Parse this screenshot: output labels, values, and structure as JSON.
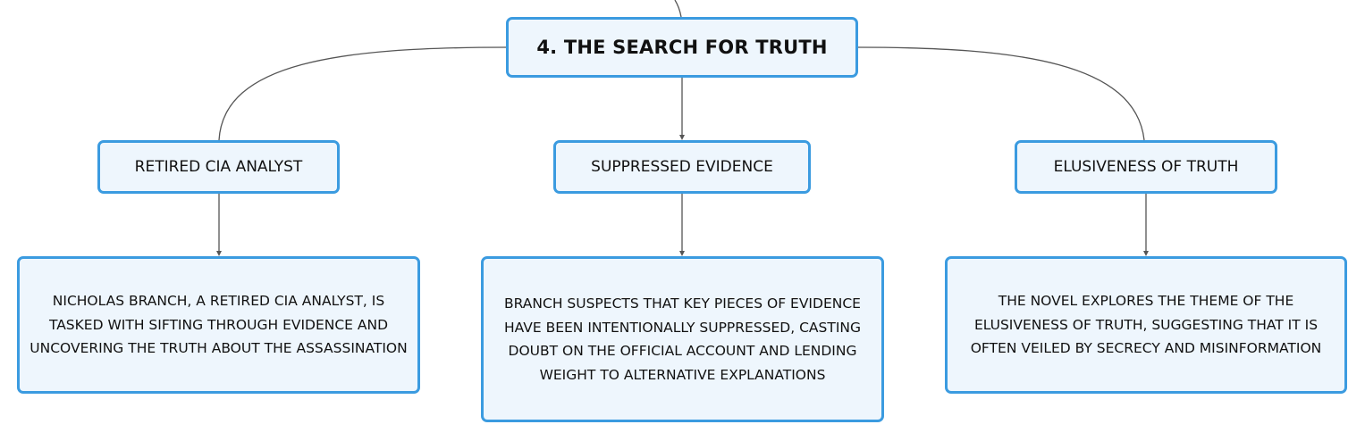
{
  "diagram": {
    "root": {
      "label": "4. THE SEARCH FOR TRUTH"
    },
    "branches": [
      {
        "topic": "RETIRED CIA ANALYST",
        "detail": "NICHOLAS BRANCH, A RETIRED CIA ANALYST, IS TASKED WITH SIFTING THROUGH EVIDENCE AND UNCOVERING THE TRUTH ABOUT THE ASSASSINATION"
      },
      {
        "topic": "SUPPRESSED EVIDENCE",
        "detail": "BRANCH SUSPECTS THAT KEY PIECES OF EVIDENCE HAVE BEEN INTENTIONALLY SUPPRESSED, CASTING DOUBT ON THE OFFICIAL ACCOUNT AND LENDING WEIGHT TO ALTERNATIVE EXPLANATIONS"
      },
      {
        "topic": "ELUSIVENESS OF TRUTH",
        "detail": "THE NOVEL EXPLORES THE THEME OF THE ELUSIVENESS OF TRUTH, SUGGESTING THAT IT IS OFTEN VEILED BY SECRECY AND MISINFORMATION"
      }
    ]
  },
  "colors": {
    "node_border": "#3b9be0",
    "node_fill": "#eef6fd",
    "connector": "#555555",
    "text": "#111111"
  }
}
